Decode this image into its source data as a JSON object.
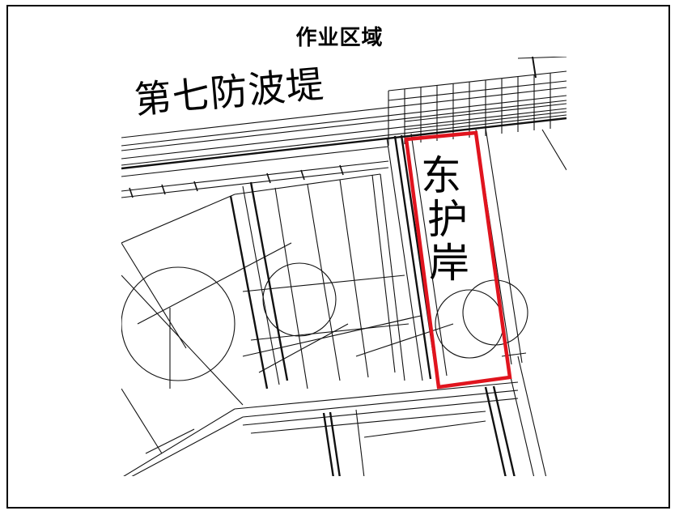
{
  "title": "作业区域",
  "labels": {
    "breakwater": "第七防波堤",
    "revetment": [
      "东",
      "护",
      "岸"
    ]
  },
  "colors": {
    "highlight": "#e0141e",
    "linework": "#111111"
  }
}
